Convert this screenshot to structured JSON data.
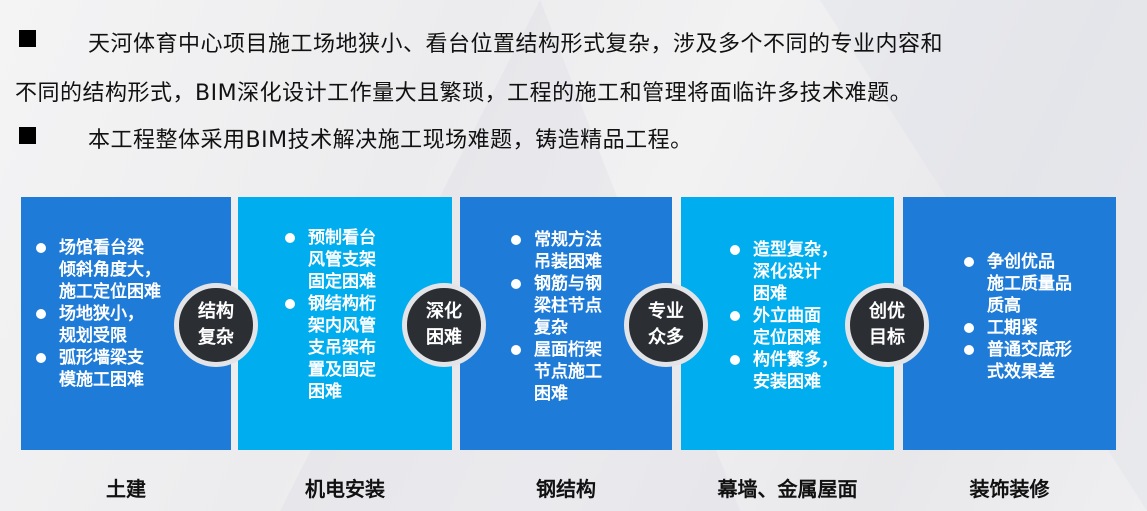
{
  "intro": {
    "bullet1_line1": "天河体育中心项目施工场地狭小、看台位置结构形式复杂，涉及多个不同的专业内容和",
    "bullet1_line2": "不同的结构形式，BIM深化设计工作量大且繁琐，工程的施工和管理将面临许多技术难题。",
    "bullet2": "本工程整体采用BIM技术解决施工现场难题，铸造精品工程。"
  },
  "colors": {
    "panel_dark": "#1e7bd8",
    "panel_light": "#00aeef",
    "circle": "#2b2e33",
    "circle_border": "#e3e4e7"
  },
  "panels": [
    {
      "label": "土建",
      "items": [
        "场馆看台梁\n倾斜角度大，\n施工定位困难",
        "场地狭小，\n规划受限",
        "弧形墙梁支\n模施工困难"
      ]
    },
    {
      "label": "机电安装",
      "items": [
        "预制看台\n风管支架\n固定困难",
        "钢结构桁\n架内风管\n支吊架布\n置及固定\n困难"
      ]
    },
    {
      "label": "钢结构",
      "items": [
        "常规方法\n吊装困难",
        "钢筋与钢\n梁柱节点\n复杂",
        "屋面桁架\n节点施工\n困难"
      ]
    },
    {
      "label": "幕墙、金属屋面",
      "items": [
        "造型复杂，\n深化设计\n困难",
        "外立曲面\n定位困难",
        "构件繁多，\n安装困难"
      ]
    },
    {
      "label": "装饰装修",
      "items": [
        "争创优品\n施工质量品\n质高",
        "工期紧",
        "普通交底形\n式效果差"
      ]
    }
  ],
  "circles": [
    {
      "line1": "结构",
      "line2": "复杂"
    },
    {
      "line1": "深化",
      "line2": "困难"
    },
    {
      "line1": "专业",
      "line2": "众多"
    },
    {
      "line1": "创优",
      "line2": "目标"
    }
  ]
}
